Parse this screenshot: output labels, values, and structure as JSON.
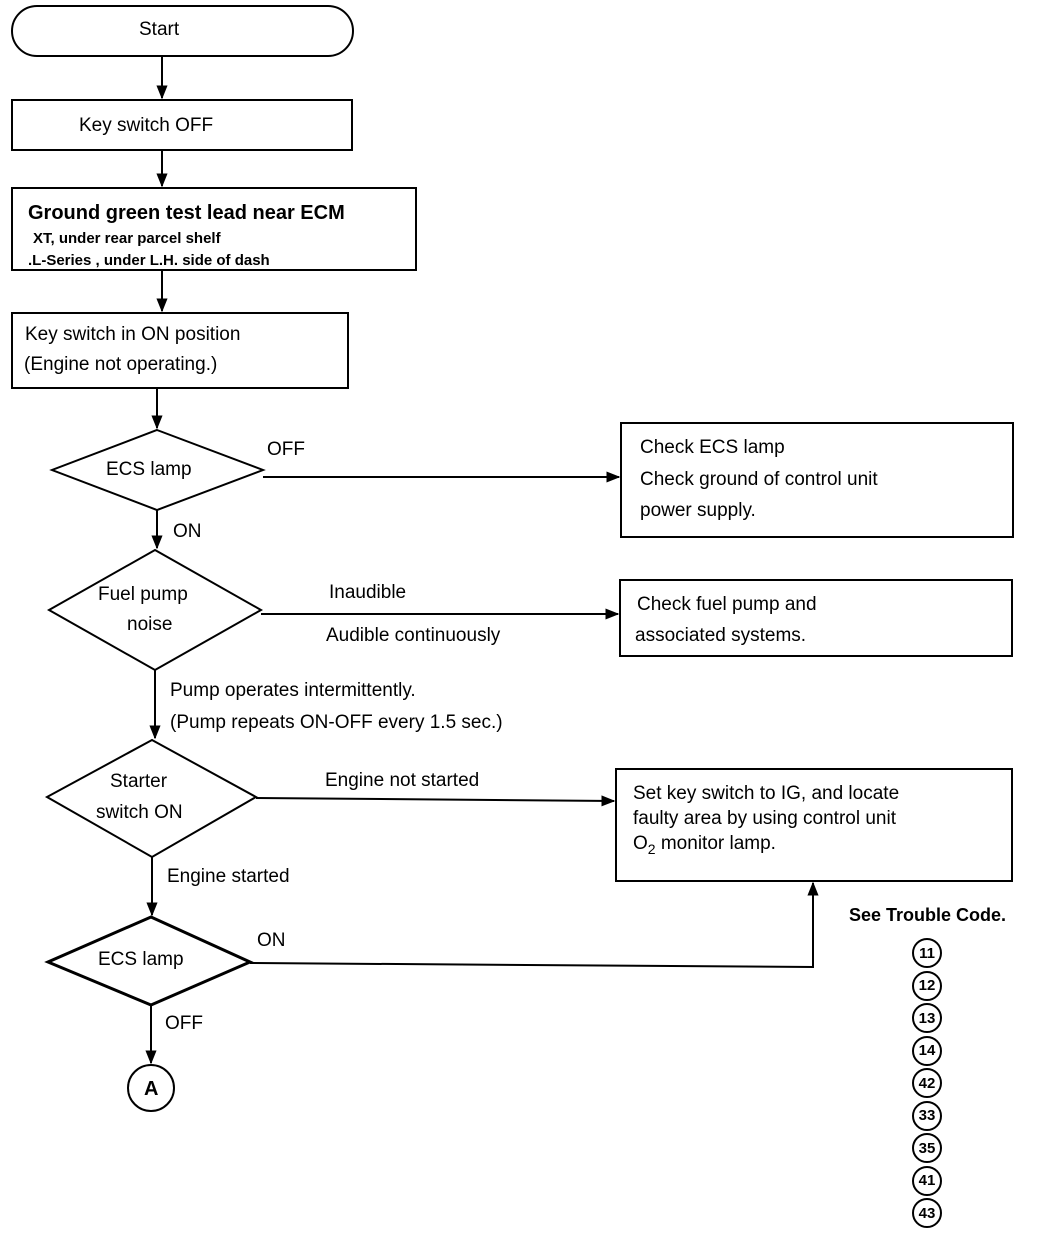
{
  "start": "Start",
  "key_off": "Key switch OFF",
  "ground": {
    "title": "Ground green test lead  near ECM",
    "line1": "XT, under rear parcel shelf",
    "line2": ".L-Series , under L.H. side of dash"
  },
  "key_on": {
    "line1": "Key switch in ON position",
    "line2": "(Engine not operating.)"
  },
  "ecs1": {
    "label": "ECS lamp",
    "off": "OFF",
    "on": "ON"
  },
  "check_ecs": {
    "line1": "Check ECS lamp",
    "line2": "Check ground of control unit",
    "line3": "power supply."
  },
  "fuel": {
    "line1": "Fuel pump",
    "line2": "noise",
    "inaudible": "Inaudible",
    "audible": "Audible continuously",
    "intermittent1": "Pump operates intermittently.",
    "intermittent2": "(Pump repeats ON-OFF every 1.5 sec.)"
  },
  "check_fuel": {
    "line1": "Check fuel pump and",
    "line2": "associated systems."
  },
  "starter": {
    "line1": "Starter",
    "line2": "switch ON",
    "not_started": "Engine not started",
    "started": "Engine started"
  },
  "set_key": {
    "line1": "Set key switch to IG, and locate",
    "line2": "faulty area by using control unit",
    "line3_prefix": "O",
    "line3_sub": "2",
    "line3_suffix": " monitor lamp."
  },
  "ecs2": {
    "label": "ECS lamp",
    "on": "ON",
    "off": "OFF"
  },
  "connector": "A",
  "trouble": {
    "title": "See Trouble Code.",
    "codes": [
      "11",
      "12",
      "13",
      "14",
      "42",
      "33",
      "35",
      "41",
      "43"
    ]
  }
}
